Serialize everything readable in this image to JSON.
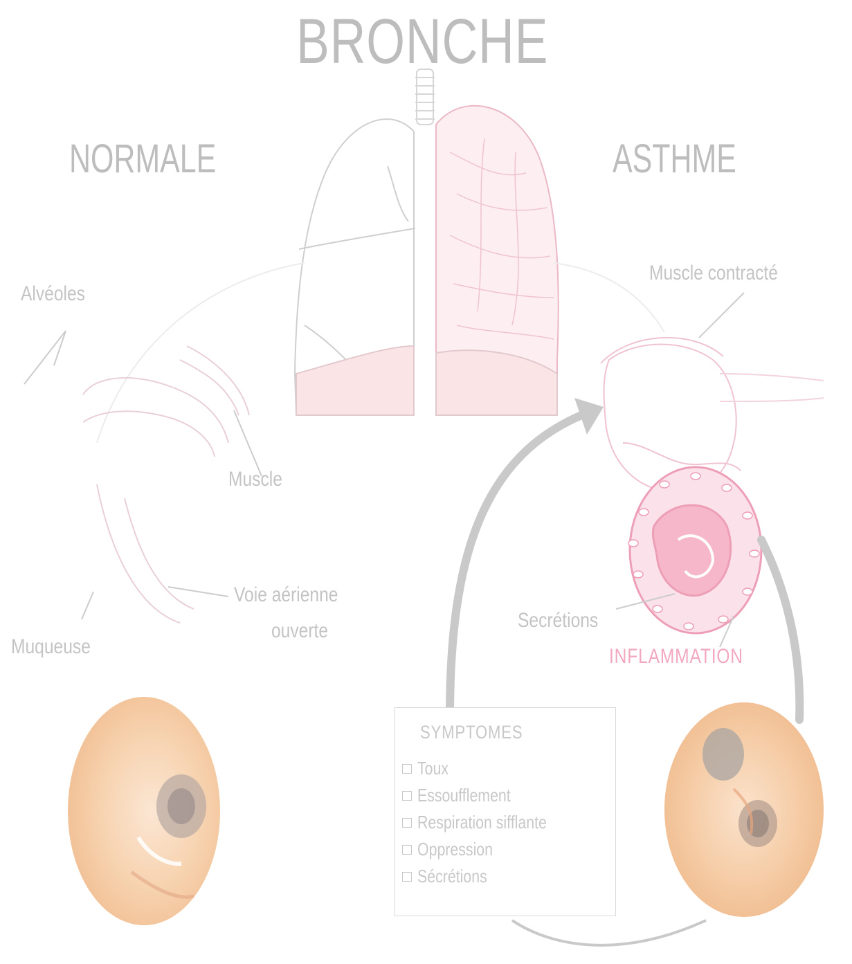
{
  "title": "BRONCHE",
  "labels": {
    "normal": "NORMALE",
    "asthma": "ASTHME",
    "alveoli": "Alvéoles",
    "muscle": "Muscle",
    "airway_line1": "Voie aérienne",
    "airway_line2": "ouverte",
    "mucosa": "Muqueuse",
    "contracted_muscle": "Muscle contracté",
    "secretions": "Secrétions",
    "inflammation": "INFLAMMATION"
  },
  "symptoms": {
    "title": "SYMPTOMES",
    "items": [
      "Toux",
      "Essoufflement",
      "Respiration sifflante",
      "Oppression",
      "Sécrétions"
    ]
  },
  "colors": {
    "label_gray": "#bdbdbd",
    "line_gray": "#cccccc",
    "lung_pink": "#f3c3d2",
    "inflammation_pink": "#f2a8bf",
    "arrow_gray": "#c9c9c9",
    "endoscopy_orange": "#f6cfa8"
  }
}
